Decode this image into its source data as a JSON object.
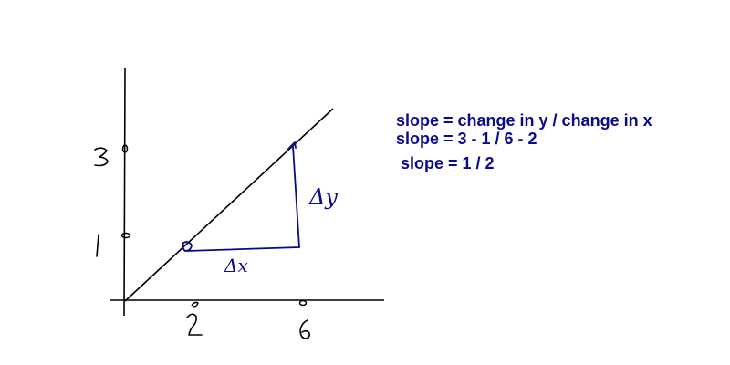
{
  "diagram": {
    "axis_color": "#000000",
    "ink_color": "#0a0a8c",
    "x_ticks": [
      "2",
      "6"
    ],
    "y_ticks": [
      "1",
      "3"
    ],
    "labels": {
      "delta_x": "Δx",
      "delta_y": "Δy"
    }
  },
  "notes": {
    "line1": "slope = change in y / change in x",
    "line2": "slope = 3 - 1 / 6 - 2",
    "line3": "slope = 1 / 2"
  }
}
